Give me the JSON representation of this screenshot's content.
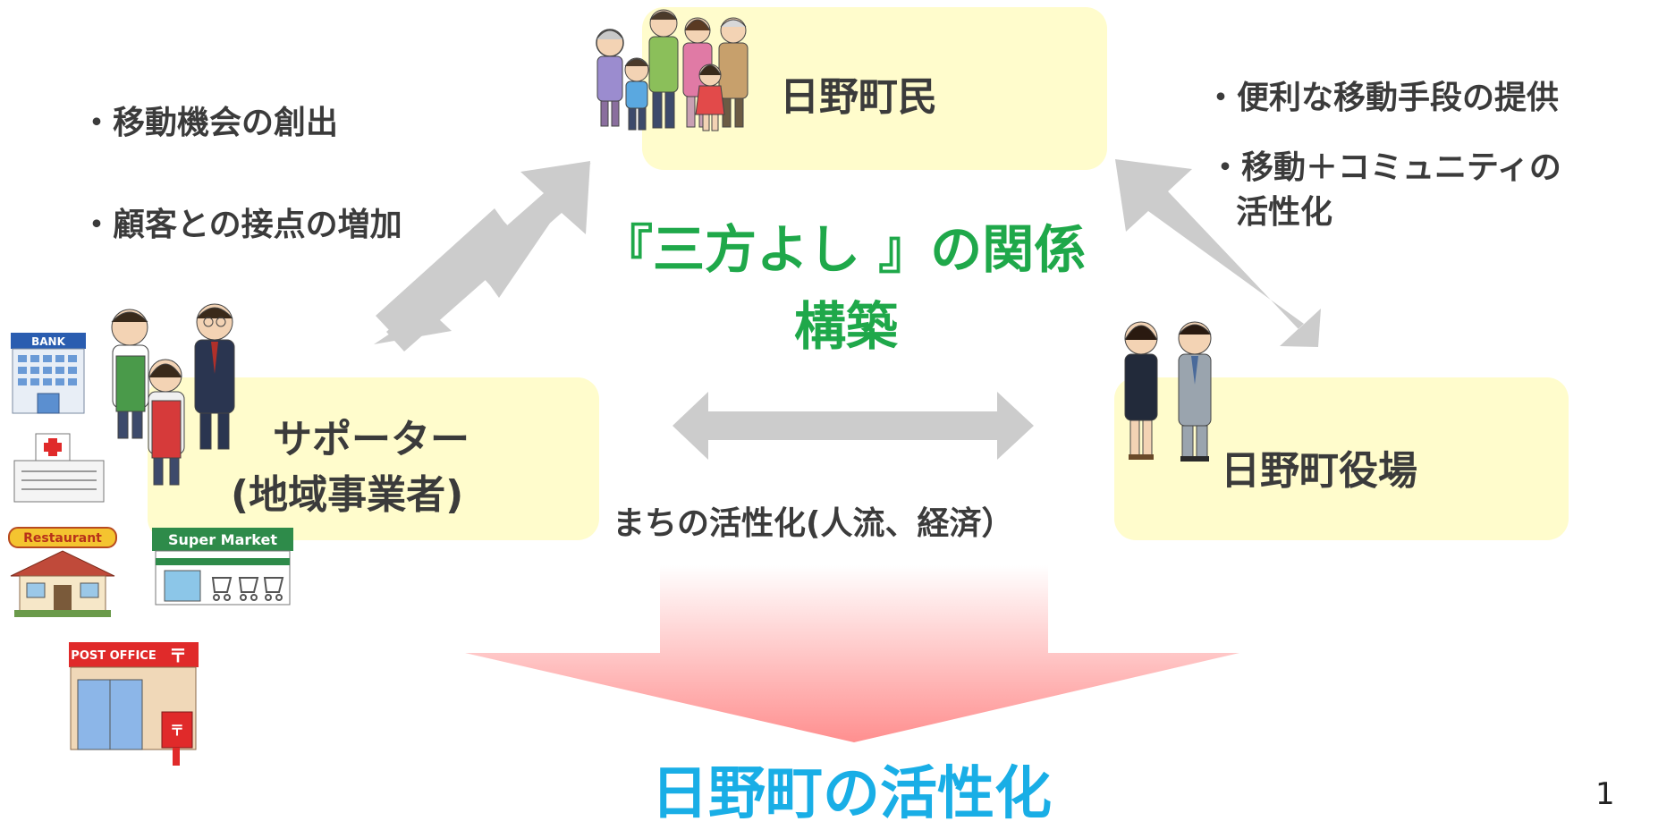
{
  "boxes": {
    "residents": "日野町民",
    "supporter_line1": "サポーター",
    "supporter_line2": "(地域事業者)",
    "town_office": "日野町役場"
  },
  "left_benefits": [
    "・移動機会の創出",
    "・顧客との接点の増加"
  ],
  "right_benefits": [
    "・便利な移動手段の提供",
    "・移動＋コミュニティの",
    "活性化"
  ],
  "center": {
    "line1": "『三方よし 』の関係",
    "line2": "構築"
  },
  "bottom_caption": "まちの活性化(人流、経済）",
  "result": "日野町の活性化",
  "page_number": "1",
  "icons": {
    "bank_sign": "BANK",
    "restaurant_sign": "Restaurant",
    "supermarket_sign": "Super Market",
    "post_office_sign": "POST OFFICE"
  },
  "colors": {
    "box_fill": "#fffccc",
    "arrow_gray": "#cccccc",
    "headline_green": "#1fa84a",
    "result_blue": "#19aee6",
    "big_arrow_pink": "#ff8f8f"
  }
}
